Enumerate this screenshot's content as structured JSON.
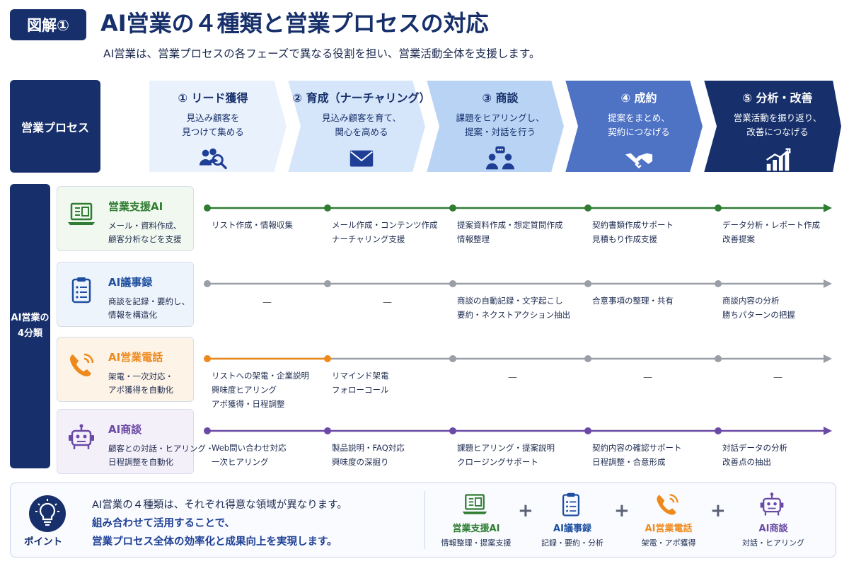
{
  "header": {
    "fig_label": "図解①",
    "title": "AI営業の４種類と営業プロセスの対応",
    "subtitle": "AI営業は、営業プロセスの各フェーズで異なる役割を担い、営業活動全体を支援します。"
  },
  "process": {
    "label": "営業プロセス",
    "phases": [
      {
        "title": "① リード獲得",
        "desc1": "見込み顧客を",
        "desc2": "見つけて集める",
        "icon": "people-search-icon",
        "fill": "#e9f1fc",
        "text_color": "#17306b"
      },
      {
        "title": "② 育成（ナーチャリング）",
        "desc1": "見込み顧客を育て、",
        "desc2": "関心を高める",
        "icon": "mail-icon",
        "fill": "#d6e6fa",
        "text_color": "#17306b"
      },
      {
        "title": "③ 商談",
        "desc1": "課題をヒアリングし、",
        "desc2": "提案・対話を行う",
        "icon": "conversation-icon",
        "fill": "#b9d3f5",
        "text_color": "#17306b"
      },
      {
        "title": "④ 成約",
        "desc1": "提案をまとめ、",
        "desc2": "契約につなげる",
        "icon": "handshake-icon",
        "fill": "#4e72c4",
        "text_color": "#ffffff"
      },
      {
        "title": "⑤ 分析・改善",
        "desc1": "営業活動を振り返り、",
        "desc2": "改善につなげる",
        "icon": "growth-chart-icon",
        "fill": "#17306b",
        "text_color": "#ffffff"
      }
    ]
  },
  "categories": {
    "label_line1": "AI営業の",
    "label_line2": "4分類",
    "rows": [
      {
        "name": "営業支援AI",
        "desc1": "メール・資料作成、",
        "desc2": "顧客分析などを支援",
        "icon": "laptop-icon",
        "color": "#2f7d32",
        "card_bg": "#f1f8ef",
        "active_phases": 5,
        "cells": [
          [
            "リスト作成・情報収集"
          ],
          [
            "メール作成・コンテンツ作成",
            "ナーチャリング支援"
          ],
          [
            "提案資料作成・想定質問作成",
            "情報整理"
          ],
          [
            "契約書類作成サポート",
            "見積もり作成支援"
          ],
          [
            "データ分析・レポート作成",
            "改善提案"
          ]
        ]
      },
      {
        "name": "AI議事録",
        "desc1": "商談を記録・要約し、",
        "desc2": "情報を構造化",
        "icon": "clipboard-icon",
        "color": "#1e4fa0",
        "card_bg": "#eef4fc",
        "active_phases": 0,
        "cells": [
          [
            "—"
          ],
          [
            "—"
          ],
          [
            "商談の自動記録・文字起こし",
            "要約・ネクストアクション抽出"
          ],
          [
            "合意事項の整理・共有"
          ],
          [
            "商談内容の分析",
            "勝ちパターンの把握"
          ]
        ]
      },
      {
        "name": "AI営業電話",
        "desc1": "架電・一次対応・",
        "desc2": "アポ獲得を自動化",
        "icon": "phone-icon",
        "color": "#ee8a1c",
        "card_bg": "#fdf3e7",
        "active_phases": 2,
        "cells": [
          [
            "リストへの架電・企業説明",
            "興味度ヒアリング",
            "アポ獲得・日程調整"
          ],
          [
            "リマインド架電",
            "フォローコール"
          ],
          [
            "—"
          ],
          [
            "—"
          ],
          [
            "—"
          ]
        ]
      },
      {
        "name": "AI商談",
        "desc1": "顧客との対話・ヒアリング・",
        "desc2": "日程調整を自動化",
        "icon": "robot-icon",
        "color": "#6b4aa5",
        "card_bg": "#f4f0fa",
        "active_phases": 5,
        "cells": [
          [
            "Web問い合わせ対応",
            "一次ヒアリング"
          ],
          [
            "製品説明・FAQ対応",
            "興味度の深掘り"
          ],
          [
            "課題ヒアリング・提案説明",
            "クロージングサポート"
          ],
          [
            "契約内容の確認サポート",
            "日程調整・合意形成"
          ],
          [
            "対話データの分析",
            "改善点の抽出"
          ]
        ]
      }
    ]
  },
  "point": {
    "label": "ポイント",
    "icon": "lightbulb-icon",
    "line1": "AI営業の４種類は、それぞれ得意な領域が異なります。",
    "line2": "組み合わせて活用することで、",
    "line3": "営業プロセス全体の効率化と成果向上を実現します。",
    "combo": [
      {
        "name": "営業支援AI",
        "desc": "情報整理・提案支援",
        "icon": "laptop-icon",
        "color": "#2f7d32"
      },
      {
        "name": "AI議事録",
        "desc": "記録・要約・分析",
        "icon": "clipboard-icon",
        "color": "#1e4fa0"
      },
      {
        "name": "AI営業電話",
        "desc": "架電・アポ獲得",
        "icon": "phone-icon",
        "color": "#ee8a1c"
      },
      {
        "name": "AI商談",
        "desc": "対話・ヒアリング",
        "icon": "robot-icon",
        "color": "#6b4aa5"
      }
    ],
    "plus": "+"
  },
  "inactive_color": "#9a9ea7"
}
